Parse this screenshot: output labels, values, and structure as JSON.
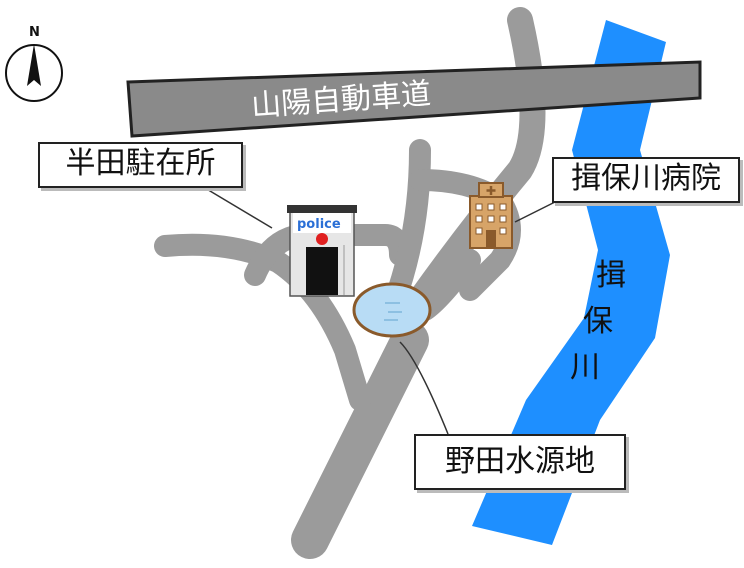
{
  "map": {
    "highway_label": "山陽自動車道",
    "police_label": "半田駐在所",
    "police_sign": "police",
    "hospital_label": "揖保川病院",
    "water_source_label": "野田水源地",
    "river_label": [
      "揖",
      "保",
      "川"
    ],
    "compass_label": "N"
  },
  "colors": {
    "road": "#9b9b9b",
    "road_edge": "#555555",
    "river": "#1e8fff",
    "pond": "#b8dcf5",
    "pond_edge": "#8a5a2b",
    "hospital_icon": "#b07a3c",
    "police_light": "#e02020"
  },
  "icons": [
    "compass-icon",
    "police-station-icon",
    "hospital-icon",
    "pond-icon"
  ]
}
